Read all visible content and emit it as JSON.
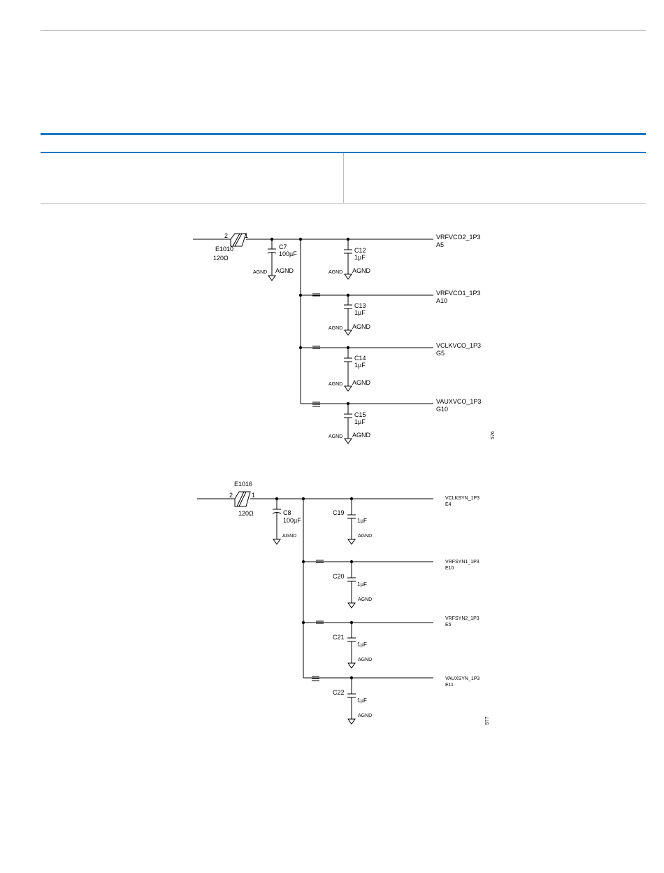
{
  "colors": {
    "rule_blue": "#1f77c4",
    "rule_gray": "#bdbdbd",
    "ink": "#000000"
  },
  "table": {
    "header_left": "",
    "header_right": "",
    "row1_left": "",
    "row1_right": ""
  },
  "figure1": {
    "ferrite": {
      "ref": "E1010",
      "value": "120Ω",
      "pin_in": "2",
      "pin_out": "1"
    },
    "bulk_cap": {
      "ref": "C7",
      "value": "100µF",
      "gnd_left": "AGND",
      "gnd_right": "AGND"
    },
    "rails": [
      {
        "net": "VRFVCO2_1P3",
        "pin": "A5",
        "cap_ref": "C12",
        "cap_value": "1µF",
        "gnd_left": "AGND",
        "gnd_right": "AGND"
      },
      {
        "net": "VRFVCO1_1P3",
        "pin": "A10",
        "cap_ref": "C13",
        "cap_value": "1µF",
        "gnd_left": "AGND",
        "gnd_right": "AGND"
      },
      {
        "net": "VCLKVCO_1P3",
        "pin": "G5",
        "cap_ref": "C14",
        "cap_value": "1µF",
        "gnd_left": "AGND",
        "gnd_right": "AGND"
      },
      {
        "net": "VAUXVCO_1P3",
        "pin": "G10",
        "cap_ref": "C15",
        "cap_value": "1µF",
        "gnd_left": "AGND",
        "gnd_right": "AGND"
      }
    ],
    "figure_id": "576"
  },
  "figure2": {
    "ferrite": {
      "ref": "E1016",
      "value": "120Ω",
      "pin_in": "2",
      "pin_out": "1"
    },
    "bulk_cap": {
      "ref": "C8",
      "value": "100µF",
      "gnd": "AGND"
    },
    "rails": [
      {
        "net": "VCLKSYN_1P3",
        "pin": "E4",
        "cap_ref": "C19",
        "cap_value": "1µF",
        "gnd": "AGND"
      },
      {
        "net": "VRFSYN1_1P3",
        "pin": "E10",
        "cap_ref": "C20",
        "cap_value": "1µF",
        "gnd": "AGND"
      },
      {
        "net": "VRFSYN2_1P3",
        "pin": "E5",
        "cap_ref": "C21",
        "cap_value": "1µF",
        "gnd": "AGND"
      },
      {
        "net": "VAUXSYN_1P3",
        "pin": "E11",
        "cap_ref": "C22",
        "cap_value": "1µF",
        "gnd": "AGND"
      }
    ],
    "figure_id": "577"
  }
}
